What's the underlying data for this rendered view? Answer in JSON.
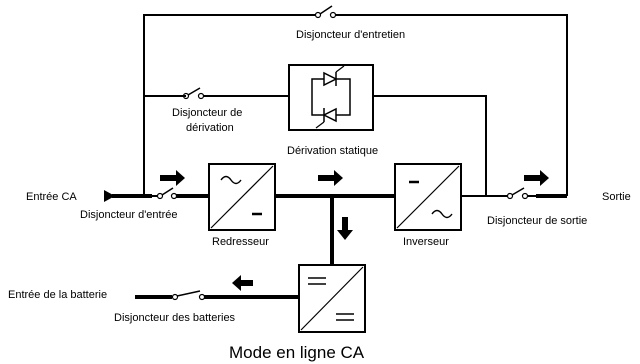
{
  "labels": {
    "maintenance_breaker": "Disjoncteur d'entretien",
    "bypass_breaker_line1": "Disjoncteur de",
    "bypass_breaker_line2": "dérivation",
    "static_bypass": "Dérivation statique",
    "ac_input": "Entrée CA",
    "input_breaker": "Disjoncteur d'entrée",
    "rectifier": "Redresseur",
    "inverter": "Inverseur",
    "output": "Sortie",
    "output_breaker": "Disjoncteur de sortie",
    "battery_input": "Entrée de la batterie",
    "battery_breaker": "Disjoncteur des batteries"
  },
  "caption": "Mode en ligne CA"
}
